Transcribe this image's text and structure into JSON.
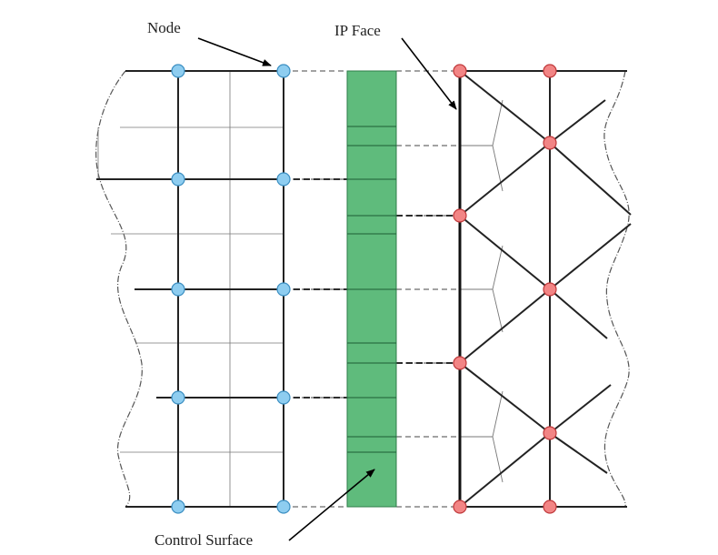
{
  "labels": {
    "node": "Node",
    "ip_face": "IP Face",
    "control_surface": "Control Surface"
  },
  "colors": {
    "left_node": "#8ecdf0",
    "left_node_stroke": "#3c8fc2",
    "right_node": "#f28585",
    "right_node_stroke": "#c0393b",
    "control_surface": "#5fbb7c",
    "control_surface_stroke": "#2f7d4a"
  }
}
